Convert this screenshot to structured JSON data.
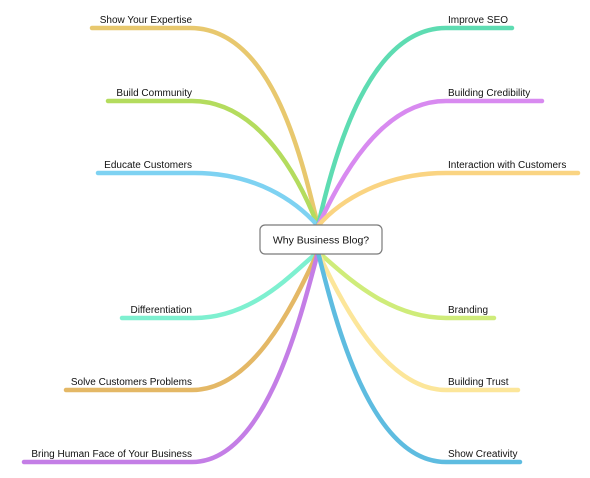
{
  "center": {
    "label": "Why Business Blog?"
  },
  "branches": {
    "left": [
      {
        "label": "Show Your Expertise",
        "color": "#e8c86e"
      },
      {
        "label": "Build Community",
        "color": "#b4dc5e"
      },
      {
        "label": "Educate Customers",
        "color": "#7ed2f2"
      },
      {
        "label": "Differentiation",
        "color": "#7ef0d0"
      },
      {
        "label": "Solve Customers Problems",
        "color": "#e4b866"
      },
      {
        "label": "Bring Human Face of Your Business",
        "color": "#c47ee6"
      }
    ],
    "right": [
      {
        "label": "Improve SEO",
        "color": "#5edcb2"
      },
      {
        "label": "Building Credibility",
        "color": "#d88af0"
      },
      {
        "label": "Interaction with Customers",
        "color": "#fad482"
      },
      {
        "label": "Branding",
        "color": "#cfec7a"
      },
      {
        "label": "Building Trust",
        "color": "#fce69a"
      },
      {
        "label": "Show Creativity",
        "color": "#5ebce0"
      }
    ]
  }
}
